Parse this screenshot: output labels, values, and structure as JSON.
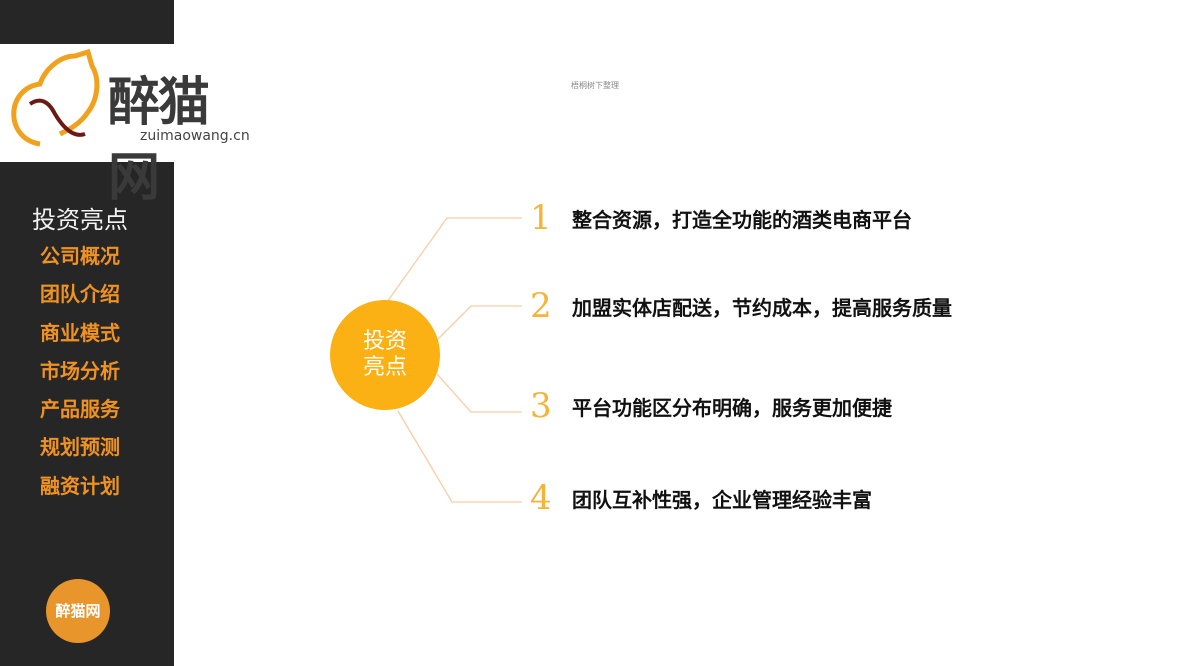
{
  "logo": {
    "name": "醉猫网",
    "url": "zuimaowang.cn"
  },
  "caption": "梧桐树下整理",
  "sidebar": {
    "title": "投资亮点",
    "items": [
      {
        "label": "公司概况"
      },
      {
        "label": "团队介绍"
      },
      {
        "label": "商业模式"
      },
      {
        "label": "市场分析"
      },
      {
        "label": "产品服务"
      },
      {
        "label": "规划预测"
      },
      {
        "label": "融资计划"
      }
    ],
    "badge": "醉猫网"
  },
  "hub": {
    "label": "投资亮点"
  },
  "points": [
    {
      "num": "1",
      "text": "整合资源，打造全功能的酒类电商平台"
    },
    {
      "num": "2",
      "text": "加盟实体店配送，节约成本，提高服务质量"
    },
    {
      "num": "3",
      "text": "平台功能区分布明确，服务更加便捷"
    },
    {
      "num": "4",
      "text": "团队互补性强，企业管理经验丰富"
    }
  ],
  "colors": {
    "sidebar": "#262626",
    "accent": "#ef9222",
    "hub": "#fbb014",
    "number": "#f5b338"
  }
}
